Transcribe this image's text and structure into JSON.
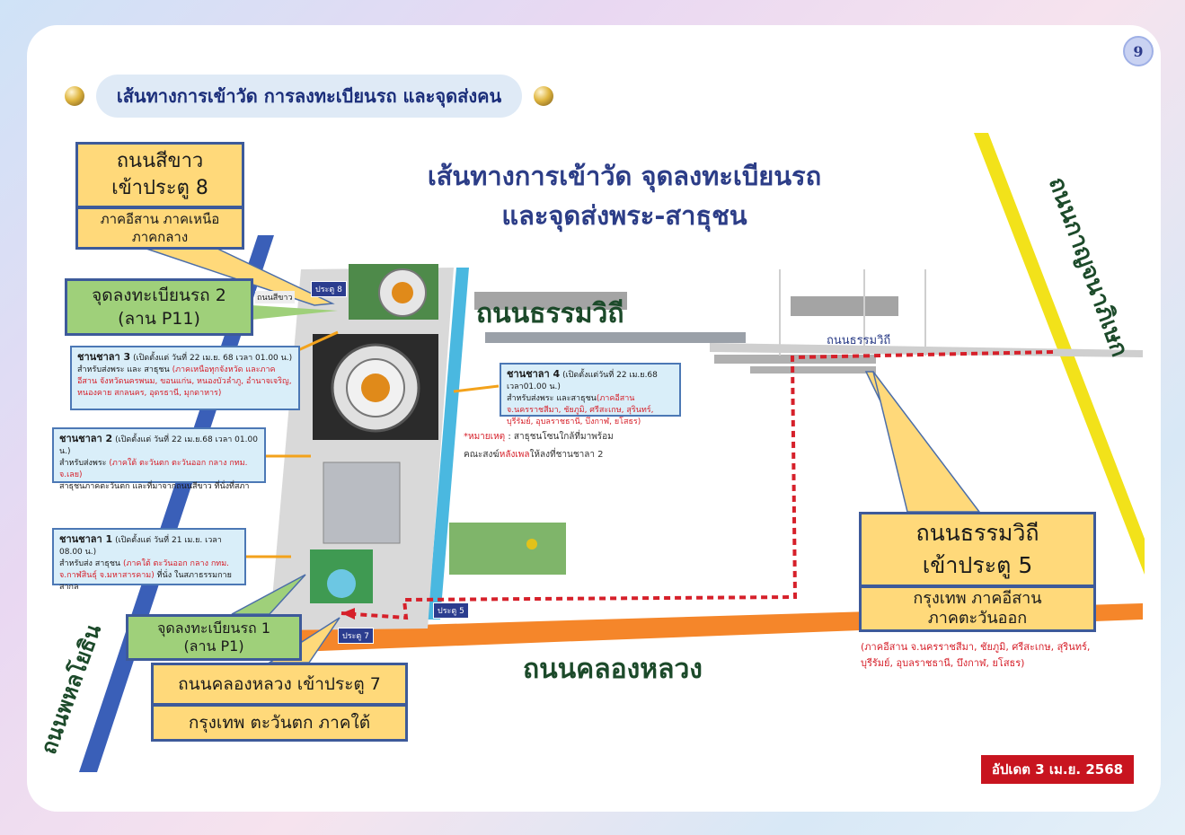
{
  "page_number": "9",
  "header_title": "เส้นทางการเข้าวัด การลงทะเบียนรถ และจุดส่งคน",
  "map_title_line1": "เส้นทางการเข้าวัด จุดลงทะเบียนรถ",
  "map_title_line2": "และจุดส่งพระ-สาธุชน",
  "roads": {
    "thammawithi_big": "ถนนธรรมวิถี",
    "thammawithi_small": "ถนนธรรมวิถี",
    "khlong_luang": "ถนนคลองหลวง",
    "phahonyothin": "ถนนพหลโยธิน",
    "kanchanaphisek": "ถนนกาญจนาภิเษก",
    "si_khao_small": "ถนนสีขาว"
  },
  "gates": {
    "gate8": "ประตู 8",
    "gate5": "ประตู 5",
    "gate7": "ประตู 7"
  },
  "box_gate8": {
    "line1": "ถนนสีขาว",
    "line2": "เข้าประตู 8",
    "sub1": "ภาคอีสาน ภาคเหนือ",
    "sub2": "ภาคกลาง"
  },
  "box_reg2": {
    "line1": "จุดลงทะเบียนรถ 2",
    "line2": "(ลาน P11)"
  },
  "box_reg1": {
    "line1": "จุดลงทะเบียนรถ 1",
    "line2": "(ลาน P1)"
  },
  "box_gate5": {
    "line1": "ถนนธรรมวิถี",
    "line2": "เข้าประตู 5",
    "sub1": "กรุงเทพ ภาคอีสาน",
    "sub2": "ภาคตะวันออก",
    "note1": "(ภาคอีสาน จ.นครราชสีมา, ชัยภูมิ, ศรีสะเกษ, สุรินทร์,",
    "note2": "บุรีรัมย์, อุบลราชธานี, บึงกาฬ, ยโสธร)"
  },
  "box_gate7": {
    "line1": "ถนนคลองหลวง เข้าประตู 7",
    "sub": "กรุงเทพ ตะวันตก ภาคใต้"
  },
  "pavilion3": {
    "title": "ชานชาลา 3",
    "open": " (เปิดตั้งแต่ วันที่ 22 เม.ย. 68 เวลา 01.00 น.)",
    "line2": "สำหรับส่งพระ และ สาธุชน ",
    "red": "(ภาคเหนือทุกจังหวัด และภาคอีสาน จังหวัดนครพนม, ขอนแก่น, หนองบัวลำภู, อำนาจเจริญ, หนองคาย สกลนคร, อุดรธานี, มุกดาหาร)"
  },
  "pavilion4": {
    "title": "ชานชาลา 4",
    "open": " (เปิดตั้งแต่วันที่ 22 เม.ย.68 เวลา01.00 น.)",
    "line2": "สำหรับส่งพระ และสาธุชน",
    "red": "(ภาคอีสาน จ.นครราชสีมา, ชัยภูมิ, ศรีสะเกษ, สุรินทร์, บุรีรัมย์, อุบลราชธานี, บึงกาฬ, ยโสธร)"
  },
  "pavilion2": {
    "title": "ชานชาลา 2",
    "open": " (เปิดตั้งแต่ วันที่ 22 เม.ย.68 เวลา 01.00 น.)",
    "line2": "สำหรับส่งพระ ",
    "red": "(ภาคใต้ ตะวันตก ตะวันออก กลาง กทม. จ.เลย)",
    "line3": "สาธุชนภาคตะวันตก และที่มาจากถนนสีขาว ที่นั่งที่สภา"
  },
  "pavilion1": {
    "title": "ชานชาลา 1",
    "open": " (เปิดตั้งแต่ วันที่ 21 เม.ย. เวลา 08.00 น.)",
    "line2": "สำหรับส่ง สาธุชน ",
    "red": "(ภาคใต้ ตะวันออก กลาง กทม. จ.กาฬสินธุ์ จ.มหาสารคาม)",
    "line3": " ที่นั่ง ในสภาธรรมกายสากล"
  },
  "note": {
    "star": "*หมายเหตุ",
    "text1": " : สาธุชนโซนใกล้ที่มาพร้อม",
    "text2a": "คณะสงฆ์",
    "text2red": "หลังเพล",
    "text2b": "ให้ลงที่ชานชาลา 2"
  },
  "update": "อัปเดต 3 เม.ย. 2568",
  "colors": {
    "accent_blue": "#2c3d87",
    "box_yellow": "#ffd97a",
    "box_green": "#9fd07a",
    "route_red": "#d6202a",
    "road_orange": "#f5862a",
    "road_yellow": "#f2e21a"
  }
}
